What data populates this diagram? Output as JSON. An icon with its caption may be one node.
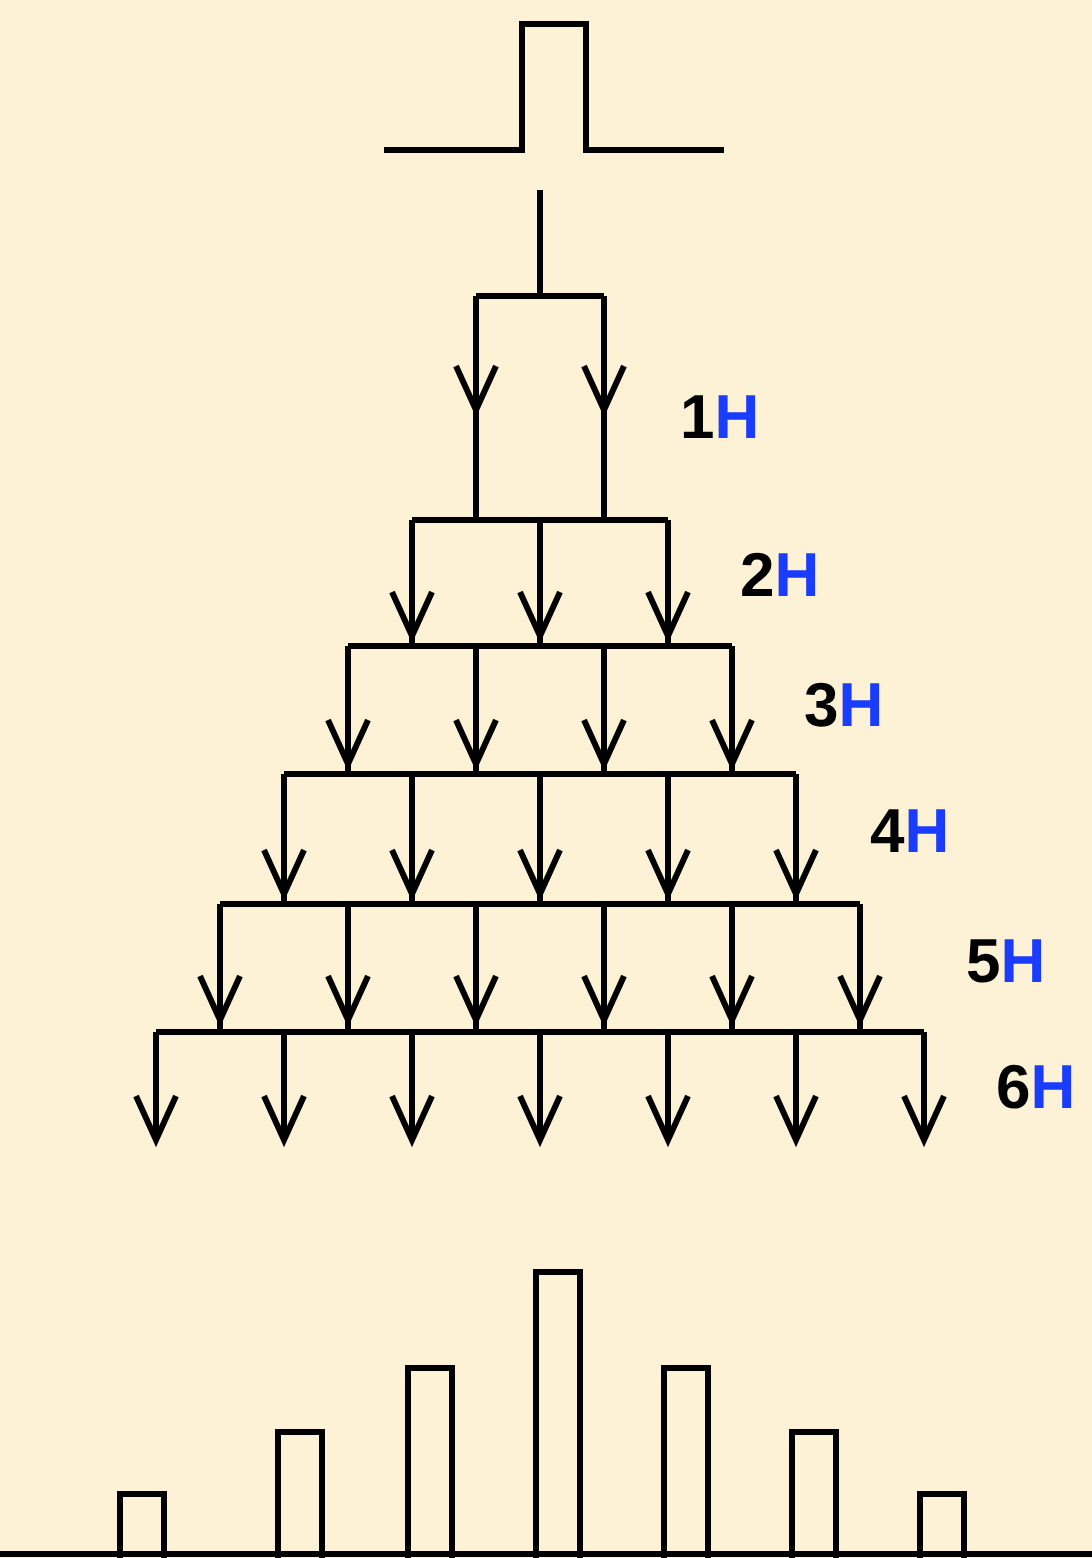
{
  "diagram": {
    "labels": [
      "1H",
      "2H",
      "3H",
      "4H",
      "5H",
      "6H"
    ]
  }
}
